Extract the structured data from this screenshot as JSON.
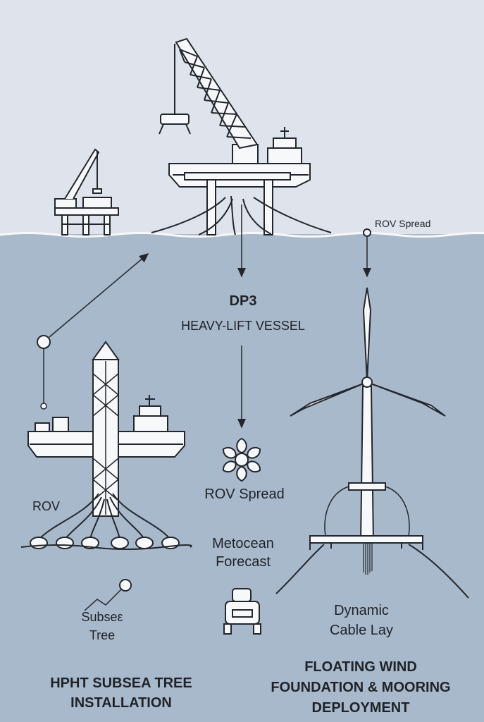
{
  "colors": {
    "sky": "#dfe4ec",
    "sea": "#a9b9cc",
    "ink": "#23272d",
    "white": "#f7f8fa"
  },
  "labels": {
    "rov_spread_top": "ROV Spread",
    "dp3": "DP3",
    "heavy_lift_vessel": "HEAVY-LIFT VESSEL",
    "rov_spread_mid": "ROV Spread",
    "rov": "ROV",
    "metocean": "Metocean\nForecast",
    "subsea_tree": "Subseε\nTree",
    "dynamic_cable_lay": "Dynamic\nCable Lay",
    "hpht_title": "HPHT SUBSEA TREE\nINSTALLATION",
    "floating_title": "FLOATING WIND\nFOUNDATION & MOORING\nDEPLOYMENT"
  },
  "icons": [
    "crane-vessel-icon",
    "small-platform-icon",
    "wind-turbine-icon",
    "spread-moored-ship-icon",
    "rov-propeller-icon",
    "rov-vehicle-icon"
  ]
}
